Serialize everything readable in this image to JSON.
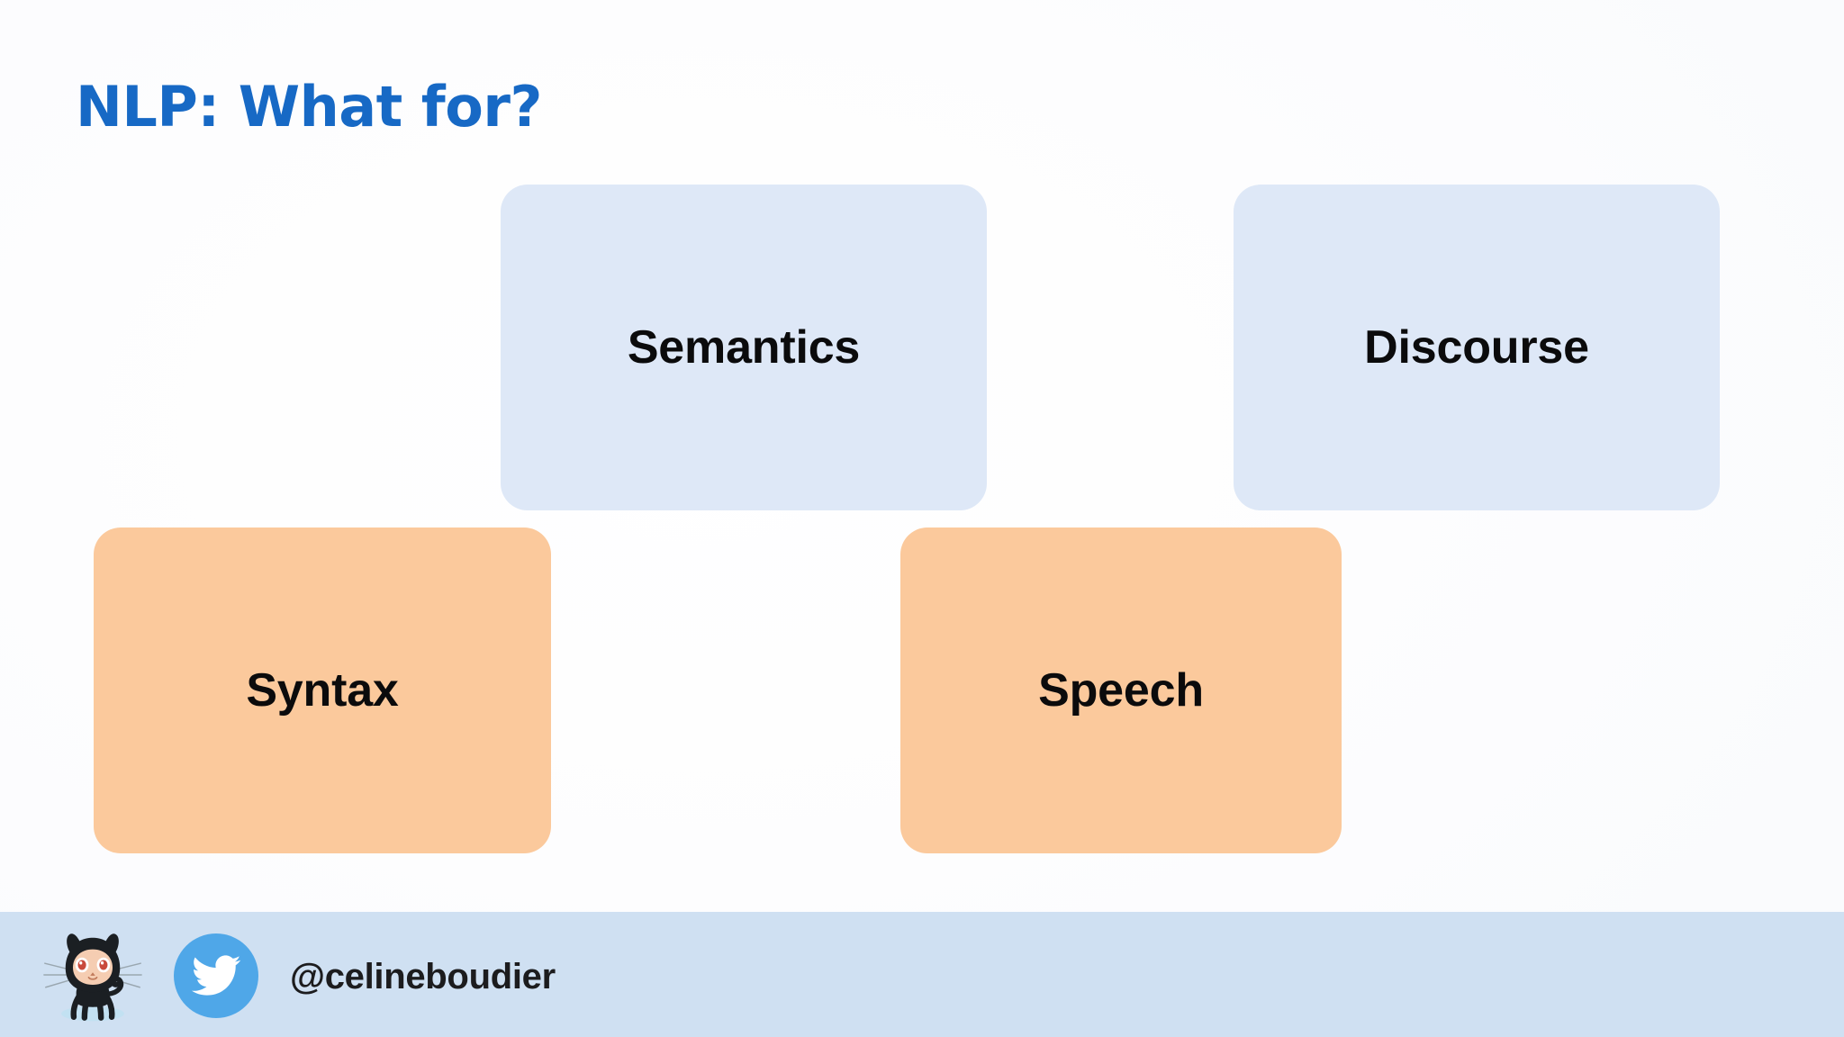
{
  "slide": {
    "title": "NLP: What for?",
    "background_color": "#fdfdfe",
    "title_color": "#1769c5"
  },
  "concept_boxes": [
    {
      "id": "semantics",
      "label": "Semantics",
      "color": "#dee8f7",
      "group": "upper"
    },
    {
      "id": "discourse",
      "label": "Discourse",
      "color": "#dee8f7",
      "group": "upper"
    },
    {
      "id": "syntax",
      "label": "Syntax",
      "color": "#fbc99c",
      "group": "lower"
    },
    {
      "id": "speech",
      "label": "Speech",
      "color": "#fbc99c",
      "group": "lower"
    }
  ],
  "footer": {
    "background_color": "#cfe0f2",
    "handle": "@celineboudier",
    "icons": [
      {
        "name": "github-octocat-icon",
        "color": "#1b1f23"
      },
      {
        "name": "twitter-bird-icon",
        "color": "#4fa7e8"
      }
    ]
  }
}
